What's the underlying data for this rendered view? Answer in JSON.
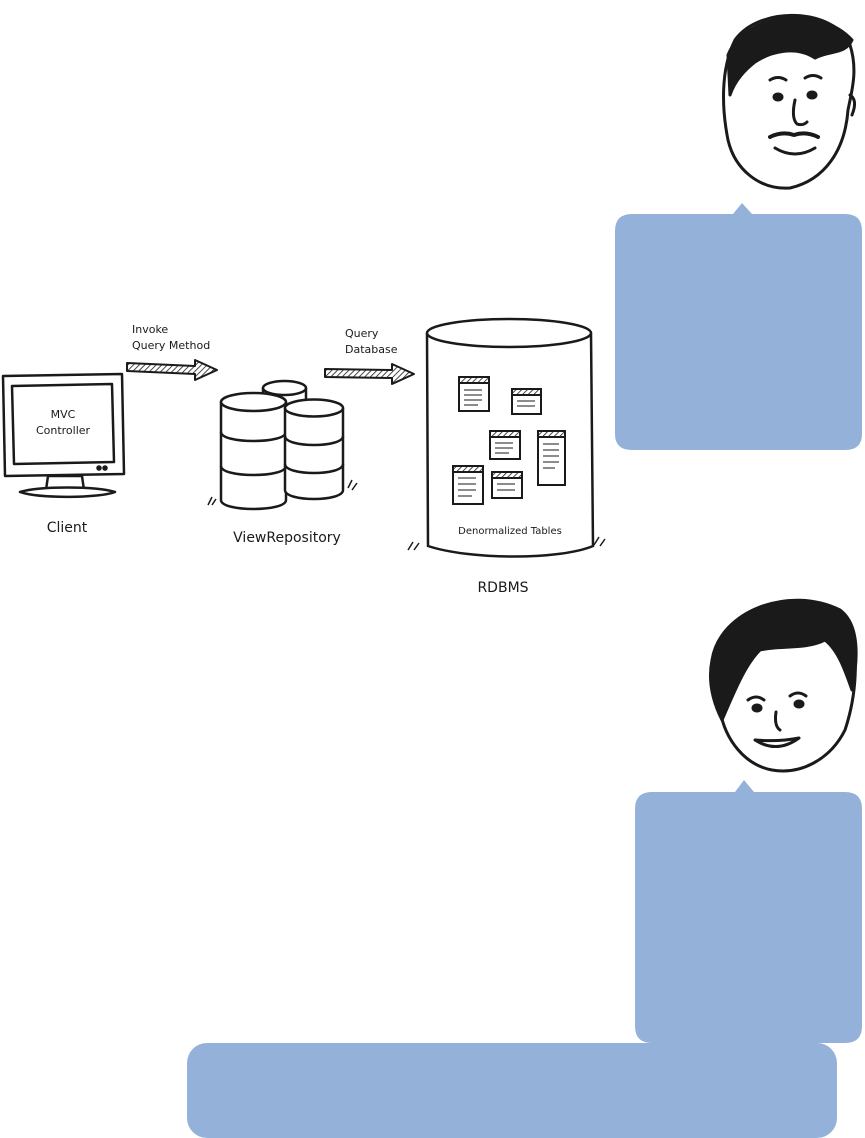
{
  "diagram": {
    "client": {
      "screen_text_line1": "MVC",
      "screen_text_line2": "Controller",
      "label": "Client"
    },
    "arrow1": {
      "label_line1": "Invoke",
      "label_line2": "Query Method"
    },
    "repository": {
      "label": "ViewRepository"
    },
    "arrow2": {
      "label_line1": "Query",
      "label_line2": "Database"
    },
    "rdbms": {
      "inner_label": "Denormalized Tables",
      "label": "RDBMS"
    }
  },
  "callouts": {
    "man_bubble": {
      "text": ""
    },
    "woman_bubble": {
      "text": ""
    },
    "bottom_box": {
      "text": ""
    }
  },
  "colors": {
    "bubble_fill": "#94b1da",
    "ink": "#1a1a1a"
  }
}
